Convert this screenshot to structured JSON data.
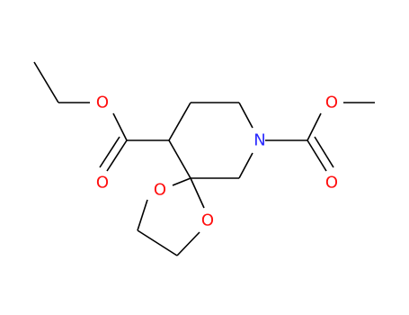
{
  "colors": {
    "background": "#ffffff",
    "bond": "#000000",
    "oxygen": "#ff0d0d",
    "nitrogen": "#2a2aff"
  },
  "atoms": {
    "o_ethyl_ester_single": "O",
    "o_ethyl_ester_double": "O",
    "o_methyl_ester_single": "O",
    "o_methyl_ester_double": "O",
    "n_ring": "N",
    "o_dioxolane_upper": "O",
    "o_dioxolane_lower": "O"
  }
}
